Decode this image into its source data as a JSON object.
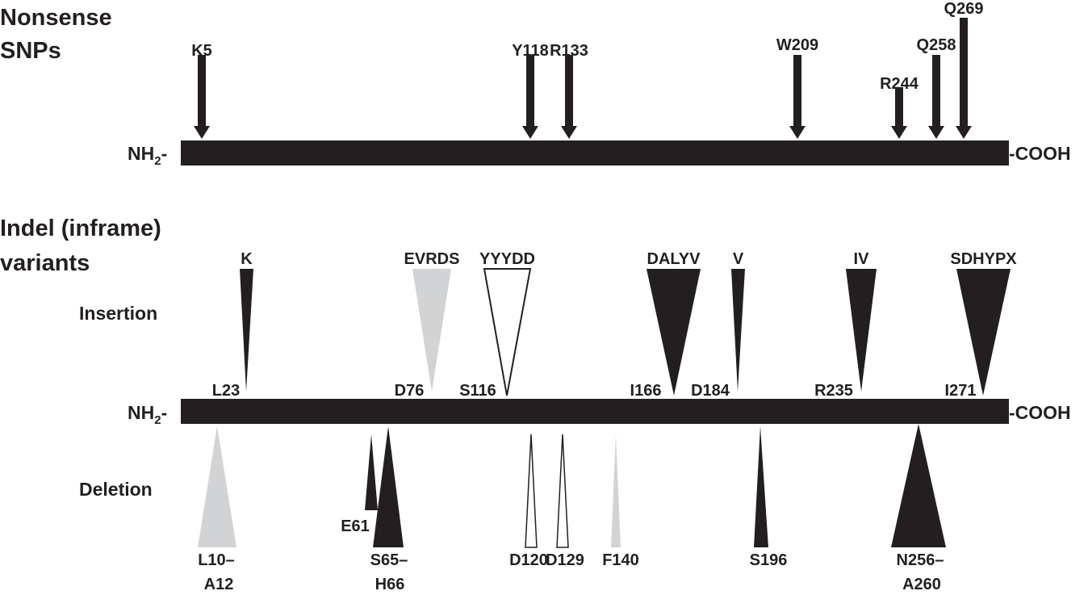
{
  "colors": {
    "black": "#231f20",
    "gray": "#d1d3d4",
    "white": "#ffffff"
  },
  "nonsense": {
    "title_line1": "Nonsense",
    "title_line2": "SNPs",
    "n_terminus": "NH",
    "n_terminus_sub": "2",
    "n_terminus_dash": "-",
    "c_terminus": "-COOH",
    "protein_length_approx": 300,
    "snps": [
      {
        "label": "K5",
        "position": 5
      },
      {
        "label": "Y118",
        "position": 118
      },
      {
        "label": "R133",
        "position": 133
      },
      {
        "label": "W209",
        "position": 209
      },
      {
        "label": "R244",
        "position": 244
      },
      {
        "label": "Q258",
        "position": 258
      },
      {
        "label": "Q269",
        "position": 269
      }
    ]
  },
  "indel": {
    "title_line1": "Indel (inframe)",
    "title_line2": "variants",
    "insertion_label": "Insertion",
    "deletion_label": "Deletion",
    "n_terminus": "NH",
    "n_terminus_sub": "2",
    "n_terminus_dash": "-",
    "c_terminus": "-COOH",
    "insertions": [
      {
        "inserted": "K",
        "site": "L23",
        "fill": "black"
      },
      {
        "inserted": "EVRDS",
        "site": "D76",
        "fill": "gray"
      },
      {
        "inserted": "YYYDD",
        "site": "S116",
        "fill": "white"
      },
      {
        "inserted": "DALYV",
        "site": "I166",
        "fill": "black"
      },
      {
        "inserted": "V",
        "site": "D184",
        "fill": "black"
      },
      {
        "inserted": "IV",
        "site": "R235",
        "fill": "black"
      },
      {
        "inserted": "SDHYPX",
        "site": "I271",
        "fill": "black"
      }
    ],
    "deletions": [
      {
        "label_line1": "L10–",
        "label_line2": "A12",
        "fill": "gray"
      },
      {
        "label_line1": "E61",
        "label_line2": "",
        "fill": "black"
      },
      {
        "label_line1": "S65–",
        "label_line2": "H66",
        "fill": "black"
      },
      {
        "label_line1": "D120",
        "label_line2": "",
        "fill": "white"
      },
      {
        "label_line1": "D129",
        "label_line2": "",
        "fill": "white"
      },
      {
        "label_line1": "F140",
        "label_line2": "",
        "fill": "gray"
      },
      {
        "label_line1": "S196",
        "label_line2": "",
        "fill": "black"
      },
      {
        "label_line1": "N256–",
        "label_line2": "A260",
        "fill": "black"
      }
    ]
  }
}
